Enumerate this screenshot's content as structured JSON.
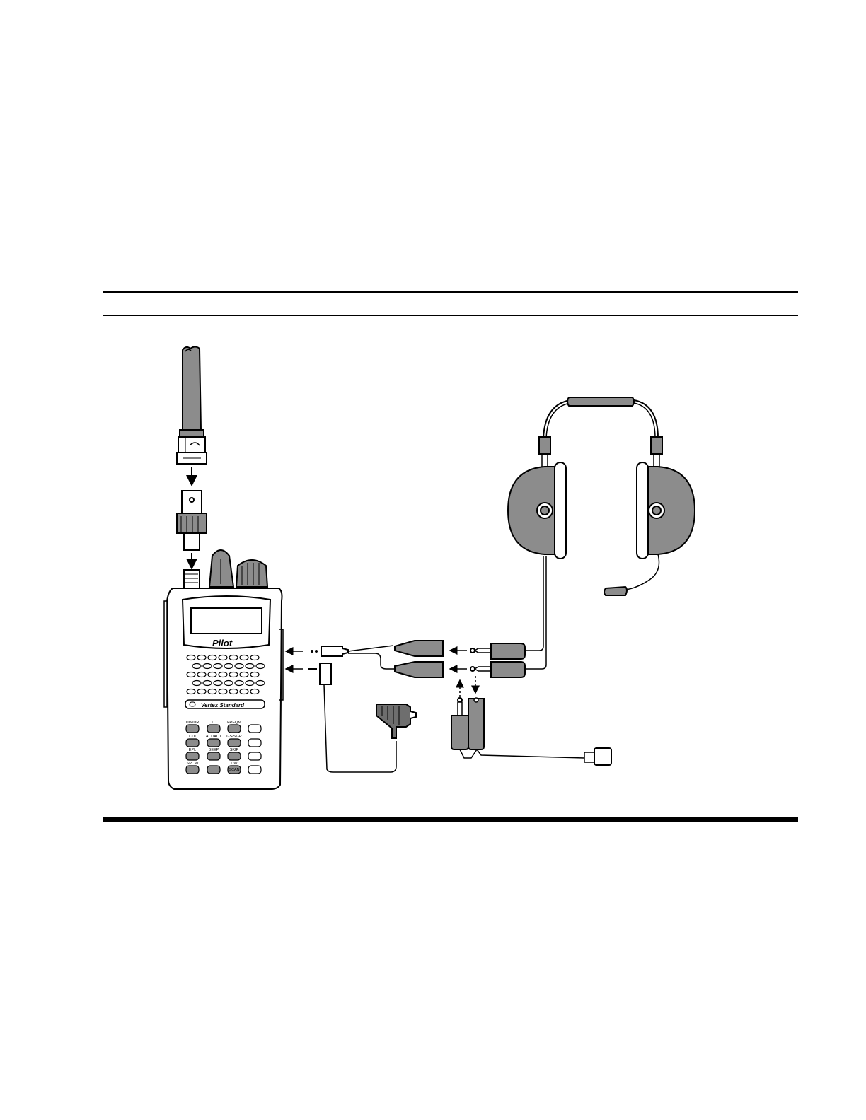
{
  "figure": {
    "radio_brand": "Pilot",
    "radio_maker": "Vertex Standard",
    "key_labels": [
      "DW/DR",
      "TC",
      "FREQM",
      "",
      "CDI",
      "ALT/ACT",
      "GS/SGR",
      "",
      "EPL",
      "BEEP",
      "SKIP",
      "",
      "SPL W",
      "",
      "DW",
      ""
    ],
    "scan_label": "SCAN"
  },
  "colors": {
    "ink": "#000000",
    "grey_fill": "#8c8c8c",
    "dark_fill": "#6e6e6e"
  },
  "icons": {
    "arrow": "arrow-icon"
  }
}
